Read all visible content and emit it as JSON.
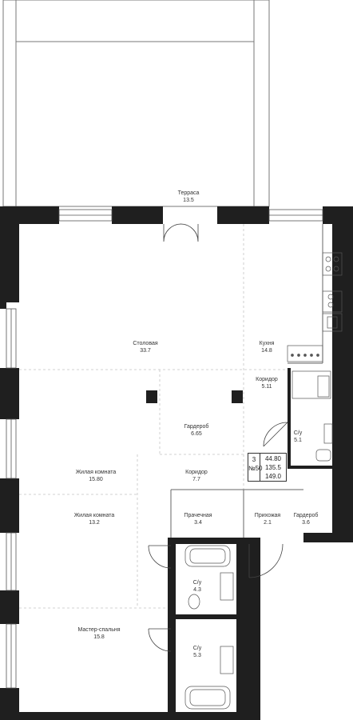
{
  "rooms": {
    "terrace": {
      "name": "Терраса",
      "area": "13.5"
    },
    "dining": {
      "name": "Столовая",
      "area": "33.7"
    },
    "kitchen": {
      "name": "Кухня",
      "area": "14.8"
    },
    "corridor_top": {
      "name": "Коридор",
      "area": "5.11"
    },
    "bath_right": {
      "name": "С/у",
      "area": "5.1"
    },
    "wardrobe_mid": {
      "name": "Гардероб",
      "area": "6.65"
    },
    "living_1": {
      "name": "Жилая комната",
      "area": "15.80"
    },
    "corridor_mid": {
      "name": "Коридор",
      "area": "7.7"
    },
    "living_2": {
      "name": "Жилая комната",
      "area": "13.2"
    },
    "laundry": {
      "name": "Прачечная",
      "area": "3.4"
    },
    "hall": {
      "name": "Прихожая",
      "area": "2.1"
    },
    "wardrobe_r": {
      "name": "Гардероб",
      "area": "3.6"
    },
    "bath_mid": {
      "name": "С/у",
      "area": "4.3"
    },
    "master": {
      "name": "Мастер-спальня",
      "area": "15.8"
    },
    "bath_low": {
      "name": "С/у",
      "area": "5.3"
    }
  },
  "summary": {
    "rooms_count": "3",
    "apartment_no": "№50",
    "area_1": "44.80",
    "area_2": "135.5",
    "area_3": "149.0"
  },
  "colors": {
    "wall": "#1f1f1f",
    "thin_line": "#555555",
    "dashed_line": "#bbbbbb",
    "background": "#ffffff"
  }
}
